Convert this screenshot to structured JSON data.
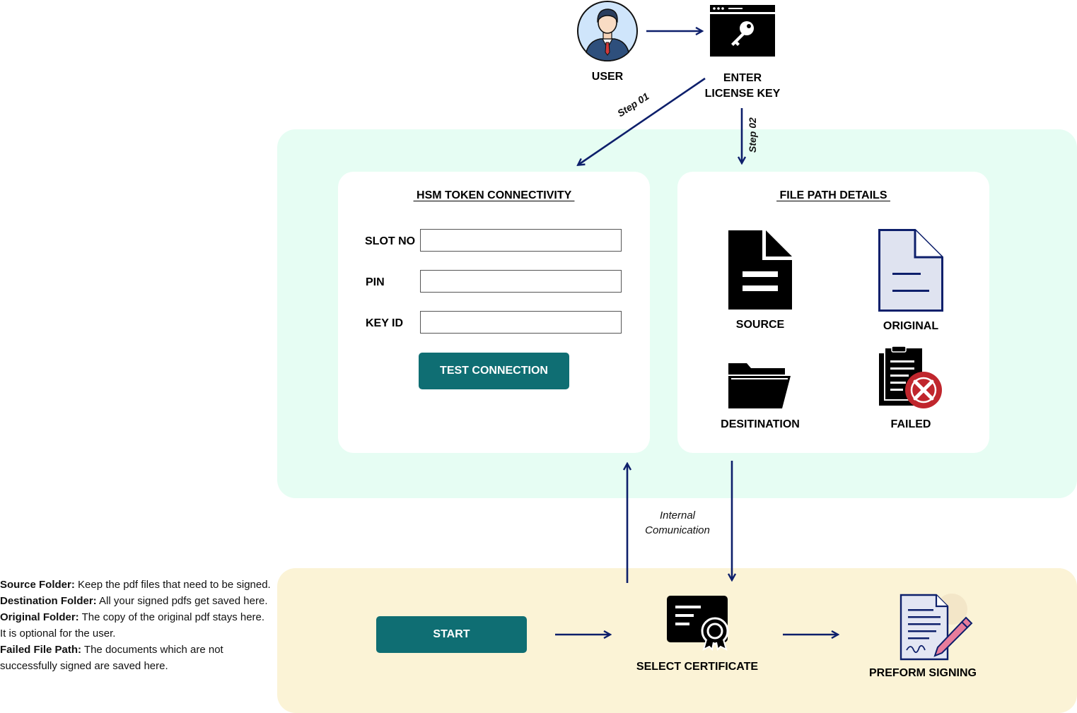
{
  "top": {
    "user_label": "USER",
    "license_label_line1": "ENTER",
    "license_label_line2": "LICENSE KEY",
    "step1": "Step 01",
    "step2": "Step 02"
  },
  "hsm": {
    "title": " HSM TOKEN CONNECTIVITY ",
    "fields": [
      {
        "label": "SLOT NO",
        "value": ""
      },
      {
        "label": "PIN",
        "value": ""
      },
      {
        "label": "KEY ID",
        "value": ""
      }
    ],
    "button": "TEST CONNECTION"
  },
  "file": {
    "title": " FILE PATH DETAILS ",
    "source": "SOURCE",
    "original": "ORIGINAL",
    "destination": "DESITINATION",
    "failed": "FAILED"
  },
  "internal": {
    "line1": "Internal",
    "line2": "Comunication"
  },
  "bottom": {
    "start": "START",
    "select_cert": "SELECT CERTIFICATE",
    "perform": "PREFORM SIGNING"
  },
  "notes": [
    {
      "term": "Source Folder:",
      "text": " Keep the pdf files that need to be signed."
    },
    {
      "term": "Destination Folder:",
      "text": " All your signed pdfs get saved here."
    },
    {
      "term": "Original Folder:",
      "text": " The copy of the original pdf stays here. It is optional for the user."
    },
    {
      "term": "Failed File Path:",
      "text": " The documents which are not successfully signed are saved here."
    }
  ],
  "colors": {
    "accent_button": "#0f6e73",
    "arrow": "#0d1f6b",
    "panel_green": "#e6fdf3",
    "panel_yellow": "#fbf3d6",
    "failed_badge": "#c0262d"
  }
}
